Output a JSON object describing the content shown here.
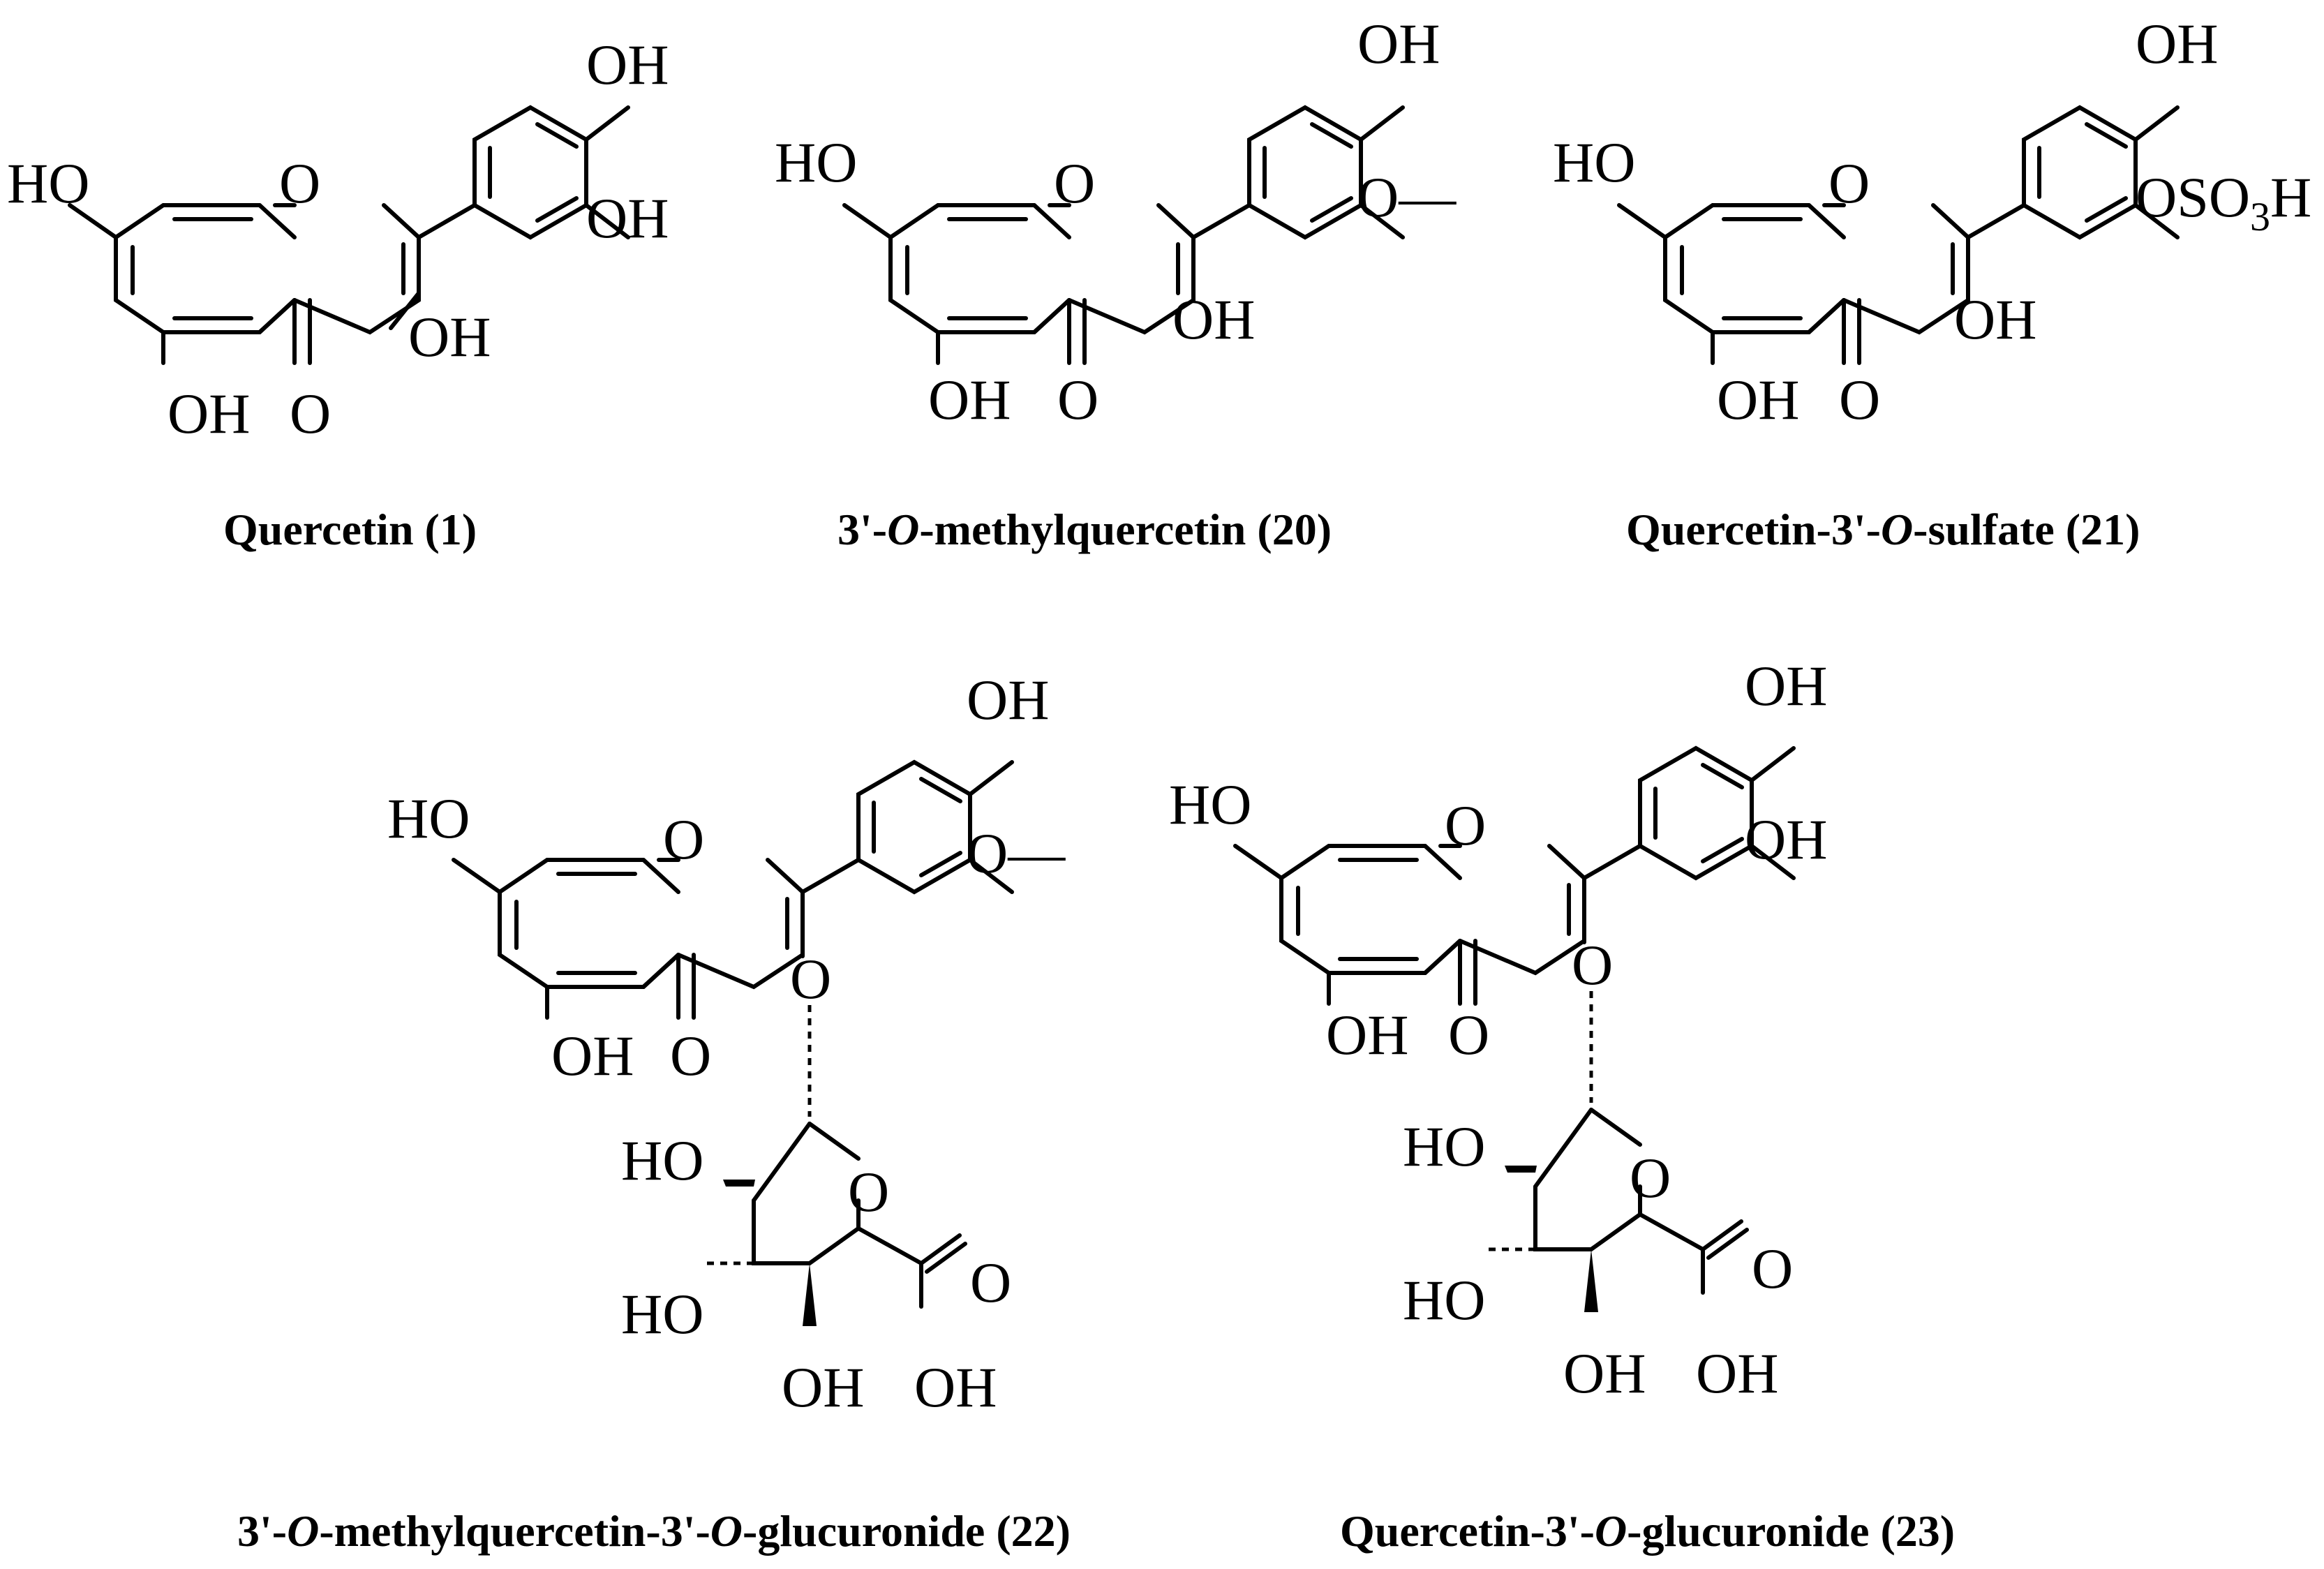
{
  "atoms": {
    "ho": "HO",
    "oh": "OH",
    "o": "O",
    "o_methyl": "O—",
    "osulfate_a": "OSO",
    "osulfate_sub": "3",
    "osulfate_b": "H"
  },
  "compounds": [
    {
      "name": "Quercetin",
      "number": "(1)"
    },
    {
      "prefix": "3'-",
      "italic": "O",
      "rest": "-methylquercetin",
      "number": "(20)"
    },
    {
      "prefix": "Quercetin-3'-",
      "italic": "O",
      "rest": "-sulfate",
      "number": "(21)"
    },
    {
      "prefix": "3'-",
      "italic": "O",
      "mid": "-methylquercetin-3'-",
      "italic2": "O",
      "rest": "-glucuronide",
      "number": "(22)"
    },
    {
      "prefix": "Quercetin-3'-",
      "italic": "O",
      "rest": "-glucuronide",
      "number": "(23)"
    }
  ]
}
